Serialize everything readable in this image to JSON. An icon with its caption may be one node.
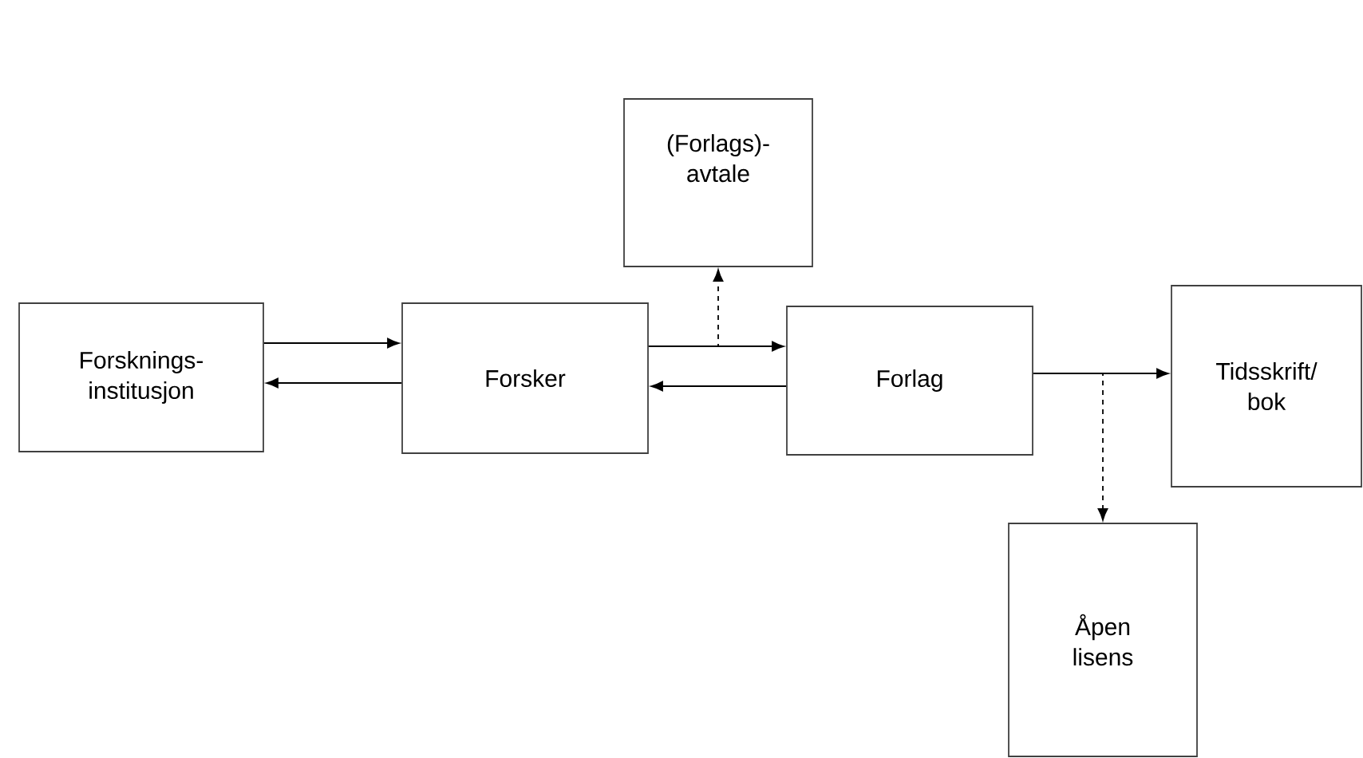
{
  "diagram": {
    "nodes": [
      {
        "text": [
          "Forsknings- institusjon"
        ]
      },
      {
        "text": [
          "Forsker"
        ]
      },
      {
        "text": [
          "(Forlags)- avtale"
        ]
      },
      {
        "text": [
          "Forlag"
        ]
      },
      {
        "text": [
          "Tidsskrift/ bok"
        ]
      },
      {
        "text": [
          "Åpen lisens"
        ]
      }
    ],
    "edges": [
      {
        "from": 0,
        "to": 1,
        "arrow": "to"
      },
      {
        "from": 1,
        "to": 0,
        "arrow": "to"
      },
      {
        "from": 1,
        "to": 3,
        "arrow": "to"
      },
      {
        "from": 3,
        "to": 1,
        "arrow": "to"
      },
      {
        "from": 1,
        "to": 2,
        "arrow": "to",
        "style": "dashed"
      },
      {
        "from": 3,
        "to": 4,
        "arrow": "to"
      },
      {
        "from": 3,
        "to": 5,
        "arrow": "to",
        "style": "dashed"
      }
    ]
  }
}
